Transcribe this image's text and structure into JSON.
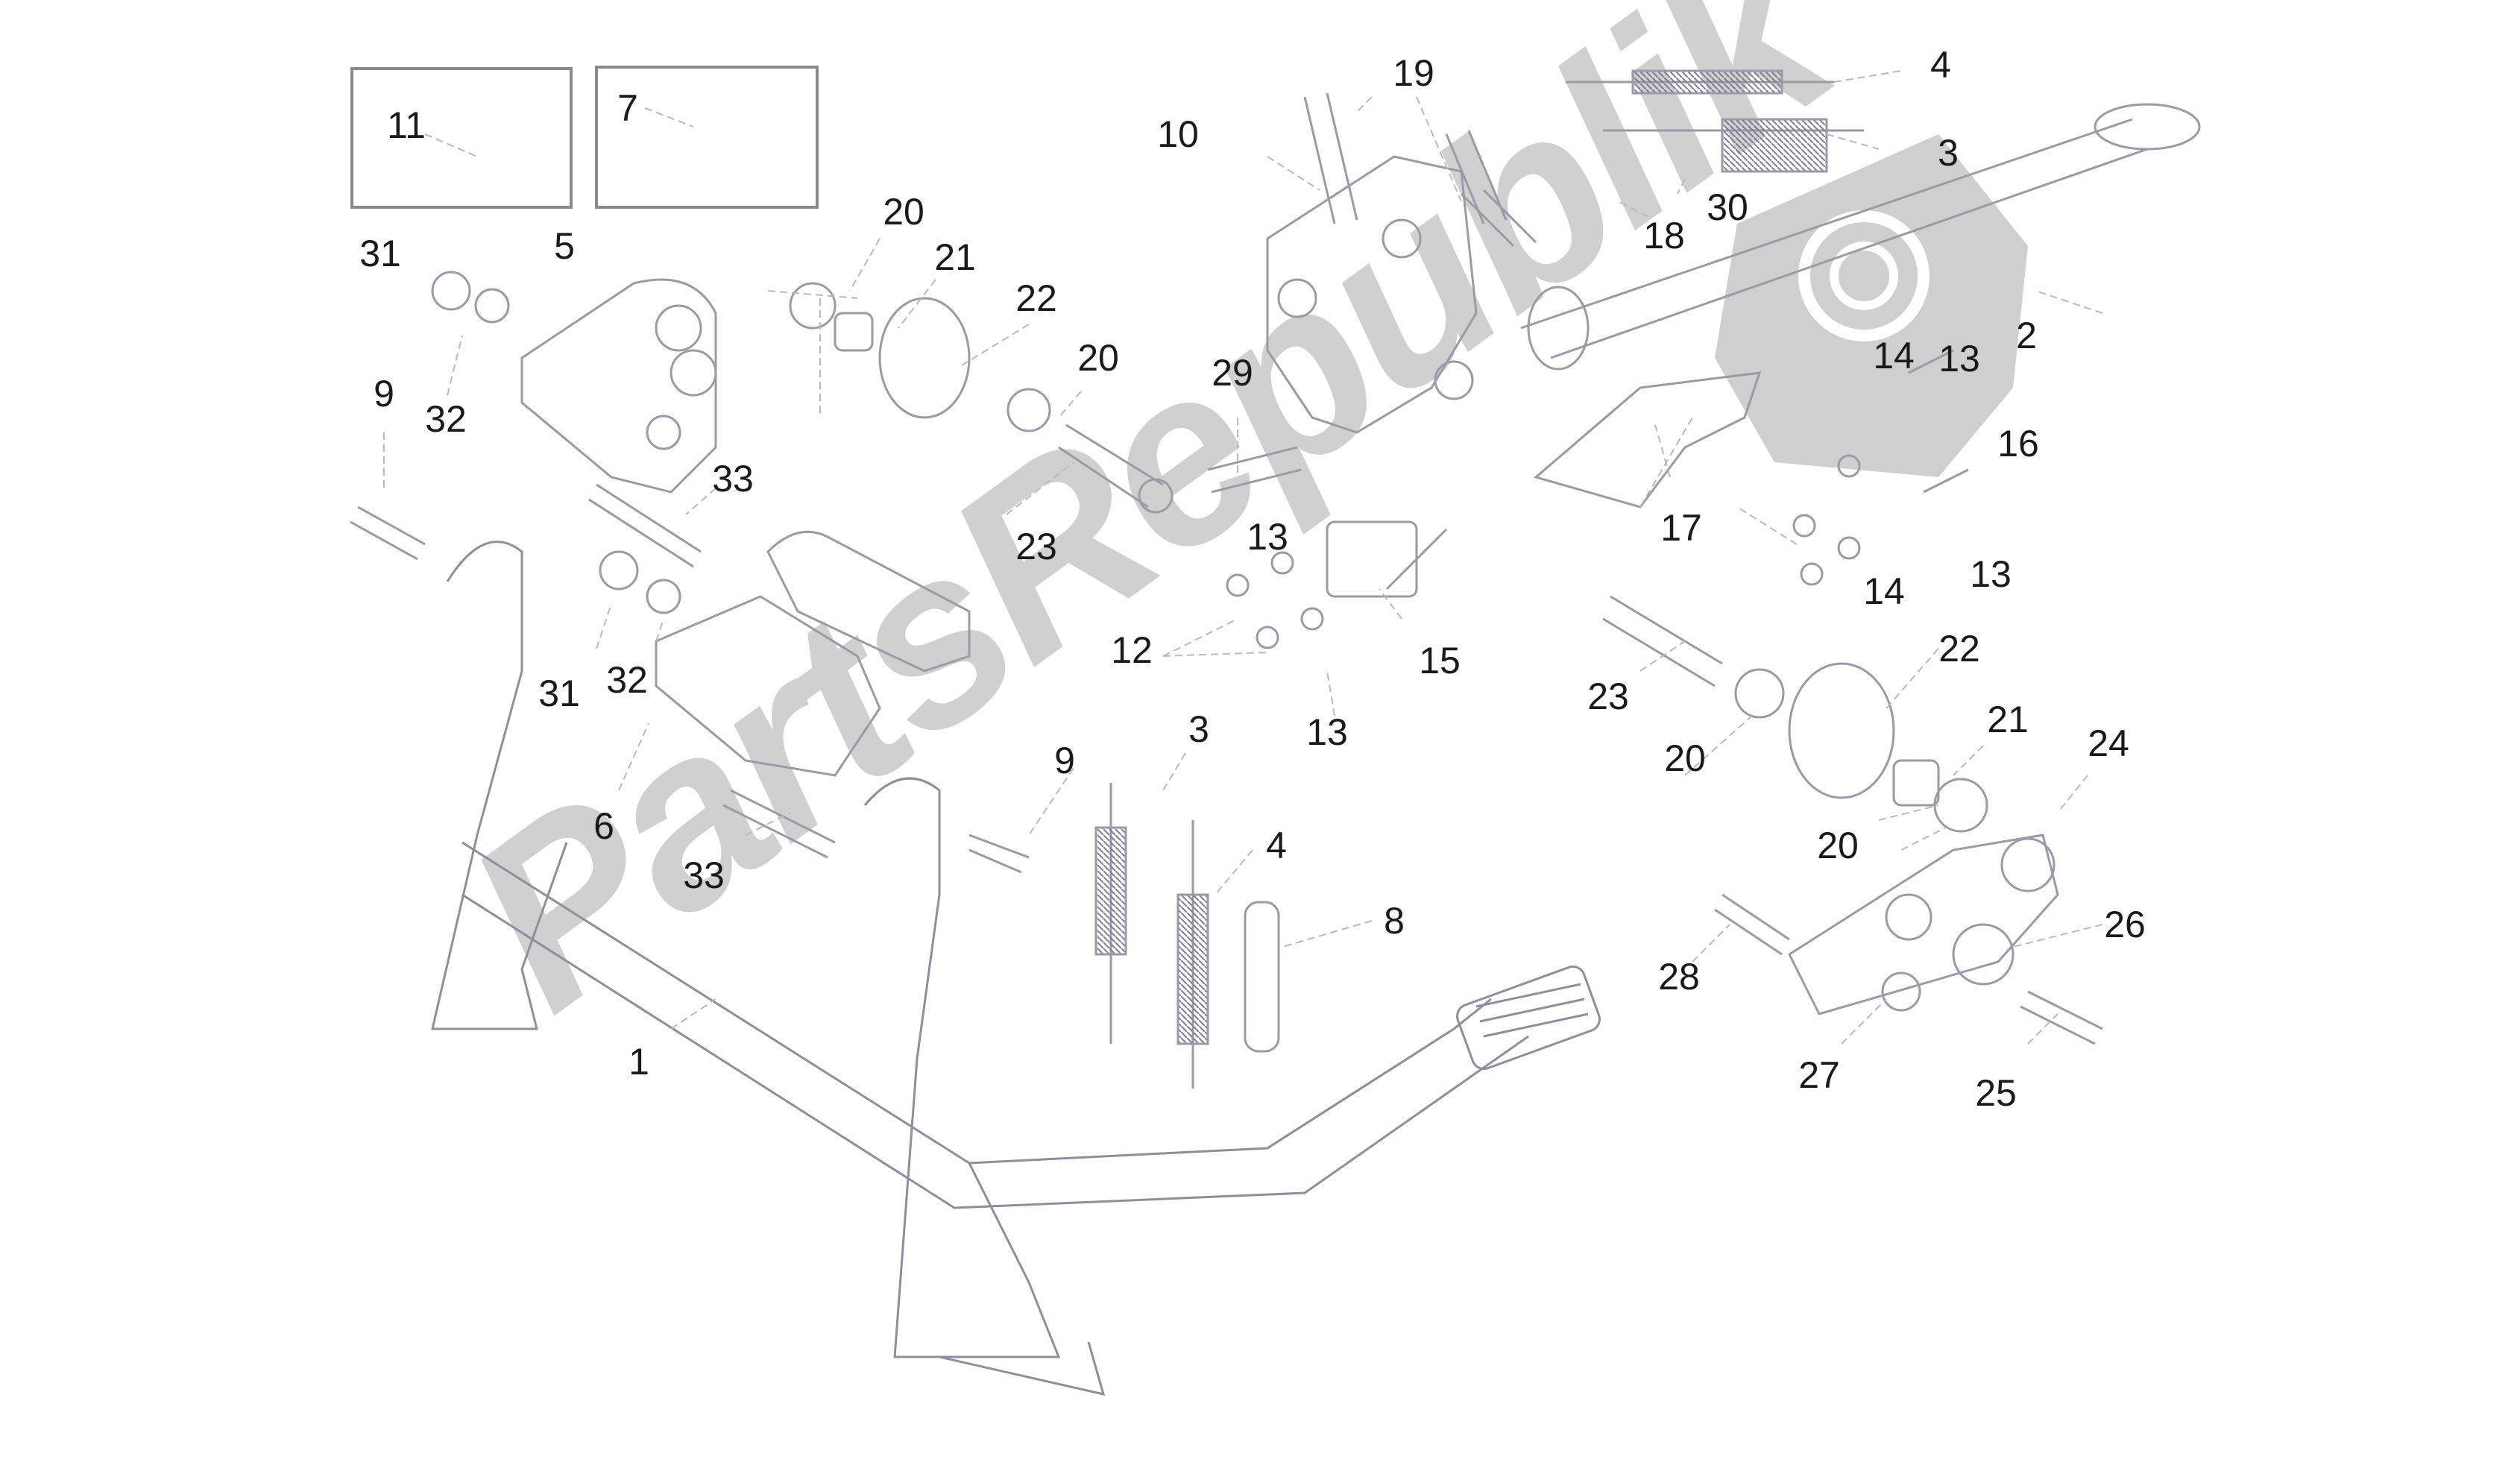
{
  "diagram": {
    "title": "Central stand exploded parts diagram",
    "watermark": "PartsRepublik",
    "watermark_color": "#c8c8c8",
    "label_color": "#1a1a1a",
    "line_color": "#9a9aa8",
    "inset_boxes": [
      {
        "label": "11"
      },
      {
        "label": "7"
      }
    ],
    "callouts": [
      {
        "id": "c-11",
        "label": "11"
      },
      {
        "id": "c-7",
        "label": "7"
      },
      {
        "id": "c-19",
        "label": "19"
      },
      {
        "id": "c-4a",
        "label": "4"
      },
      {
        "id": "c-10",
        "label": "10"
      },
      {
        "id": "c-3a",
        "label": "3"
      },
      {
        "id": "c-30",
        "label": "30"
      },
      {
        "id": "c-18",
        "label": "18"
      },
      {
        "id": "c-2",
        "label": "2"
      },
      {
        "id": "c-20a",
        "label": "20"
      },
      {
        "id": "c-31a",
        "label": "31"
      },
      {
        "id": "c-5",
        "label": "5"
      },
      {
        "id": "c-21a",
        "label": "21"
      },
      {
        "id": "c-22a",
        "label": "22"
      },
      {
        "id": "c-20b",
        "label": "20"
      },
      {
        "id": "c-29",
        "label": "29"
      },
      {
        "id": "c-14a",
        "label": "14"
      },
      {
        "id": "c-13a",
        "label": "13"
      },
      {
        "id": "c-16",
        "label": "16"
      },
      {
        "id": "c-9a",
        "label": "9"
      },
      {
        "id": "c-32a",
        "label": "32"
      },
      {
        "id": "c-33a",
        "label": "33"
      },
      {
        "id": "c-23a",
        "label": "23"
      },
      {
        "id": "c-13b",
        "label": "13"
      },
      {
        "id": "c-17",
        "label": "17"
      },
      {
        "id": "c-14b",
        "label": "14"
      },
      {
        "id": "c-13c",
        "label": "13"
      },
      {
        "id": "c-12",
        "label": "12"
      },
      {
        "id": "c-15",
        "label": "15"
      },
      {
        "id": "c-31b",
        "label": "31"
      },
      {
        "id": "c-32b",
        "label": "32"
      },
      {
        "id": "c-22b",
        "label": "22"
      },
      {
        "id": "c-23b",
        "label": "23"
      },
      {
        "id": "c-13d",
        "label": "13"
      },
      {
        "id": "c-3b",
        "label": "3"
      },
      {
        "id": "c-9b",
        "label": "9"
      },
      {
        "id": "c-20c",
        "label": "20"
      },
      {
        "id": "c-21b",
        "label": "21"
      },
      {
        "id": "c-24",
        "label": "24"
      },
      {
        "id": "c-6",
        "label": "6"
      },
      {
        "id": "c-4b",
        "label": "4"
      },
      {
        "id": "c-33b",
        "label": "33"
      },
      {
        "id": "c-20d",
        "label": "20"
      },
      {
        "id": "c-8",
        "label": "8"
      },
      {
        "id": "c-26",
        "label": "26"
      },
      {
        "id": "c-28",
        "label": "28"
      },
      {
        "id": "c-1",
        "label": "1"
      },
      {
        "id": "c-27",
        "label": "27"
      },
      {
        "id": "c-25",
        "label": "25"
      }
    ]
  }
}
